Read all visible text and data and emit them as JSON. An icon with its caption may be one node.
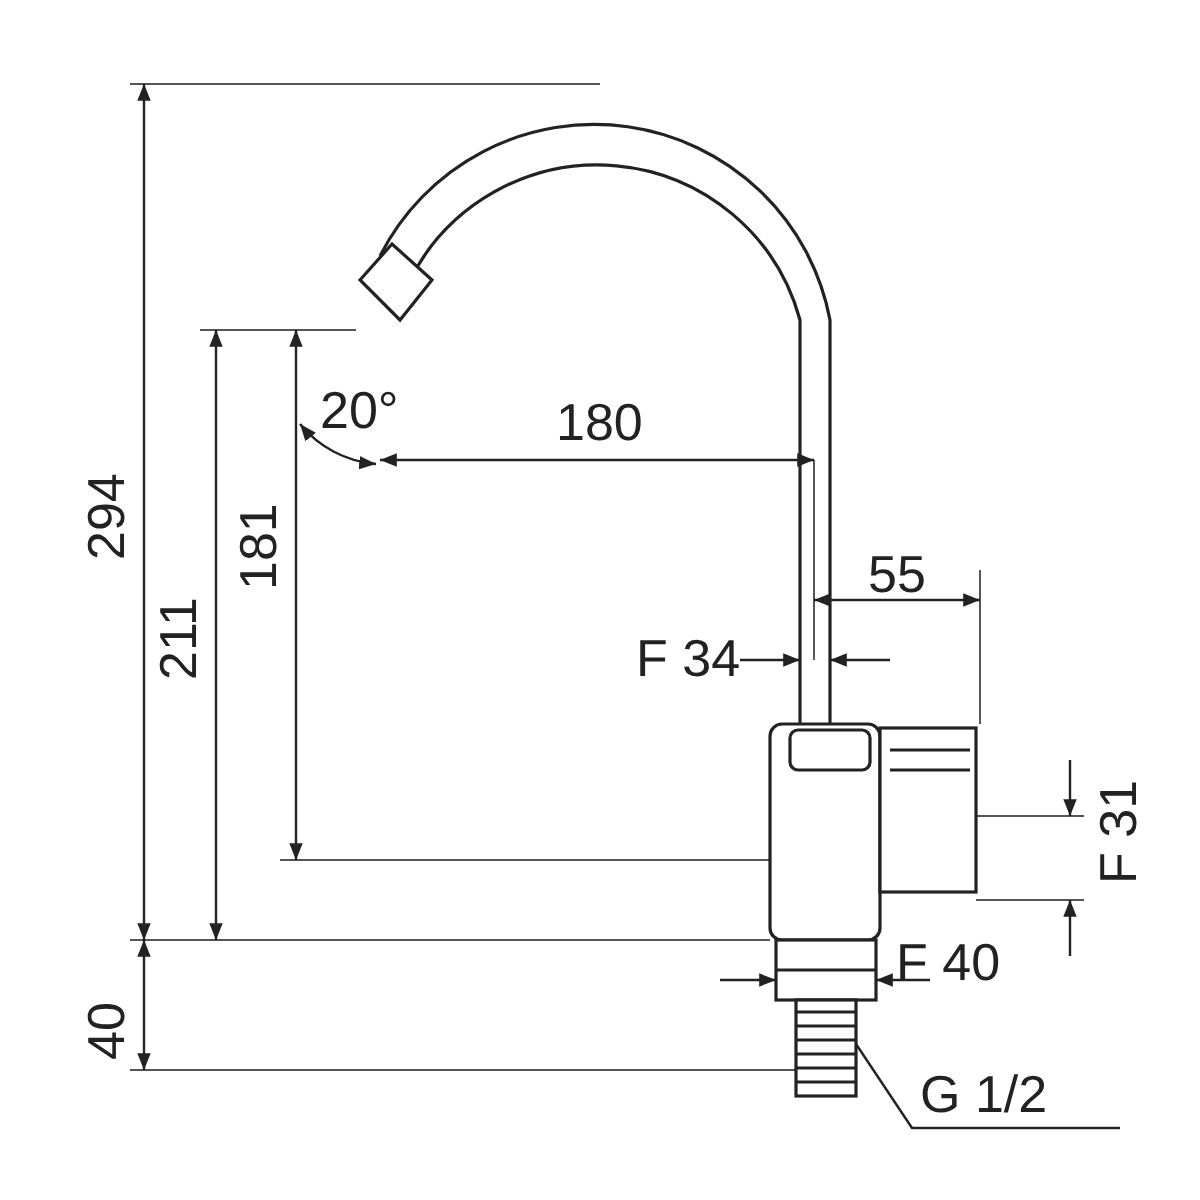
{
  "diagram": {
    "labels": [
      "294",
      "211",
      "181",
      "20°",
      "180",
      "55",
      "F 34",
      "F 31",
      "F 40",
      "40",
      "G 1/2"
    ]
  }
}
